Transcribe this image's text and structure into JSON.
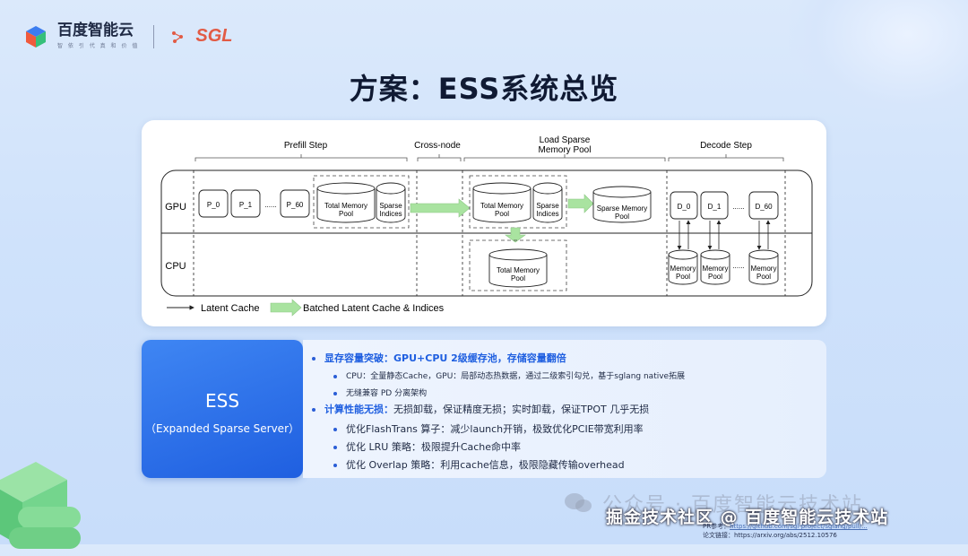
{
  "brand": {
    "name": "百度智能云",
    "tagline": "智 依 引 代 真 和 价 值",
    "partner": "SGL"
  },
  "title": "方案：ESS系统总览",
  "diagram": {
    "stages": [
      "Prefill Step",
      "Cross-node",
      "Load Sparse",
      "Memory Pool",
      "Decode Step"
    ],
    "rows": [
      "GPU",
      "CPU"
    ],
    "prefill_nodes": [
      "P_0",
      "P_1",
      "......",
      "P_60"
    ],
    "total_memory_pool": [
      "Total Memory",
      "Pool"
    ],
    "sparse_indices": [
      "Sparse",
      "Indices"
    ],
    "sparse_memory_pool": [
      "Sparse Memory",
      "Pool"
    ],
    "decode_nodes": [
      "D_0",
      "D_1",
      "......",
      "D_60"
    ],
    "memory_pool": [
      "Memory",
      "Pool"
    ],
    "cpu_dots": "......",
    "legend": {
      "latent": "Latent Cache",
      "batched": "Batched Latent Cache & Indices"
    }
  },
  "ess": {
    "name": "ESS",
    "full": "（Expanded Sparse Server）"
  },
  "bullets": {
    "b1_title": "显存容量突破：",
    "b1_rest": "GPU+CPU 2级缓存池，存储容量翻倍",
    "b1_sub1": "CPU：全量静态Cache，GPU：局部动态热数据，通过二级索引勾兑，基于sglang native拓展",
    "b1_sub2": "无缝兼容 PD 分离架构",
    "b2_title": "计算性能无损：",
    "b2_rest": "无损卸载，保证精度无损；实时卸载，保证TPOT 几乎无损",
    "b2_sub1": "优化FlashTrans 算子：减少launch开销，极致优化PCIE带宽利用率",
    "b2_sub2": "优化 LRU 策略：极限提升Cache命中率",
    "b2_sub3": "优化 Overlap 策略：利用cache信息，极限隐藏传输overhead"
  },
  "watermark": {
    "wechat": "公众号 · 百度智能云技术站",
    "juejin": "掘金技术社区 @ 百度智能云技术站"
  },
  "refs": {
    "pr_label": "PR参考：",
    "pr_link": "https://github.com/sgl-project/sglang/pull/...",
    "paper_label": "论文链接：",
    "paper_link": "https://arxiv.org/abs/2512.10576"
  },
  "colors": {
    "accent": "#1f5fe0",
    "arrow_green": "#a9e3a0",
    "brand_red": "#e25b45"
  }
}
